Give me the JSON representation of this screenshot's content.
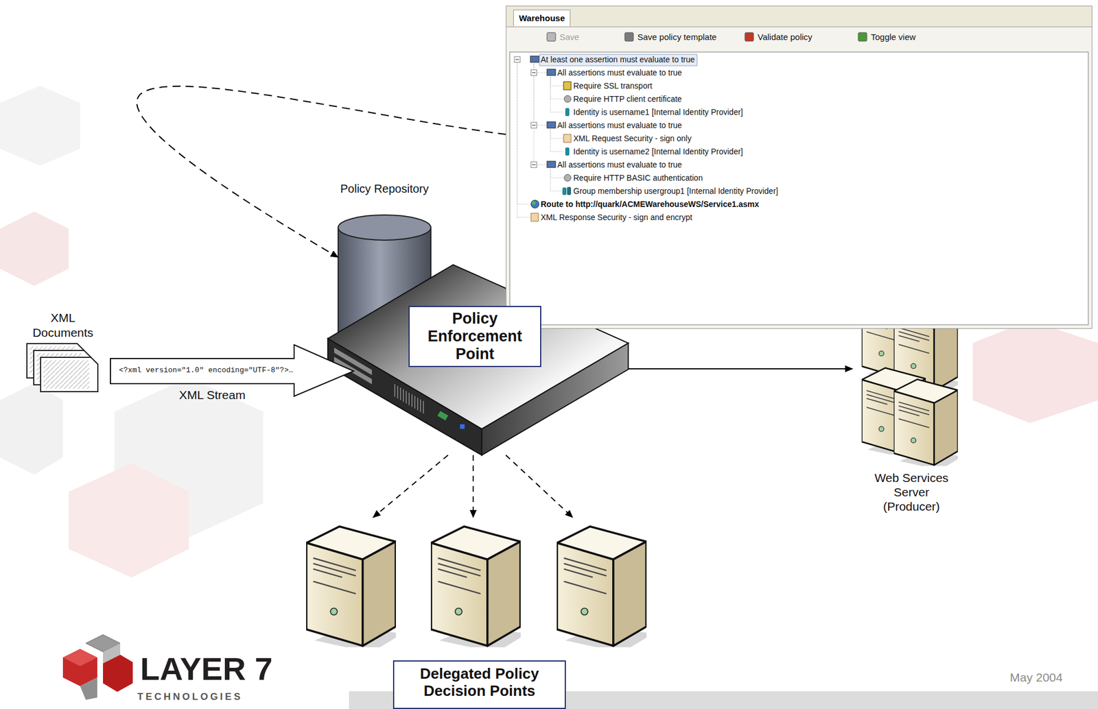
{
  "diagram": {
    "nodes": [
      {
        "text": [
          "Warehouse",
          "Save",
          "Save policy template",
          "Validate policy",
          "Toggle view",
          "At least one assertion must evaluate to true",
          "All assertions must evaluate to true",
          "Require SSL transport",
          "Require HTTP client certificate",
          "Identity is username1 [Internal Identity Provider]",
          "All assertions must evaluate to true",
          "XML Request Security - sign only",
          "Identity is username2 [Internal Identity Provider]",
          "All assertions must evaluate to true",
          "Require HTTP BASIC authentication",
          "Group membership usergroup1 [Internal Identity Provider]",
          "Route to http://quark/ACMEWarehouseWS/Service1.asmx",
          "XML Response Security - sign and encrypt"
        ]
      },
      {
        "text": [
          "Policy Repository"
        ]
      },
      {
        "text": [
          "XML Documents"
        ]
      },
      {
        "text": [
          "<?xml version=\"1.0\" encoding=\"UTF-8\"?>…",
          "XML Stream"
        ]
      },
      {
        "text": [
          "Policy Enforcement Point"
        ]
      },
      {
        "text": [
          "Web Services Server (Producer)"
        ]
      },
      {
        "text": [
          "Delegated Policy Decision Points"
        ]
      }
    ],
    "edges": [
      {
        "from": 0,
        "to": 1,
        "arrow": "to"
      },
      {
        "from": 4,
        "to": 5,
        "arrow": "to"
      },
      {
        "from": 4,
        "to": 6,
        "arrow": "to"
      },
      {
        "from": 4,
        "to": 6,
        "arrow": "to"
      },
      {
        "from": 4,
        "to": 6,
        "arrow": "to"
      }
    ],
    "labels": [
      "LAYER 7",
      "TECHNOLOGIES",
      "May 2004"
    ]
  }
}
